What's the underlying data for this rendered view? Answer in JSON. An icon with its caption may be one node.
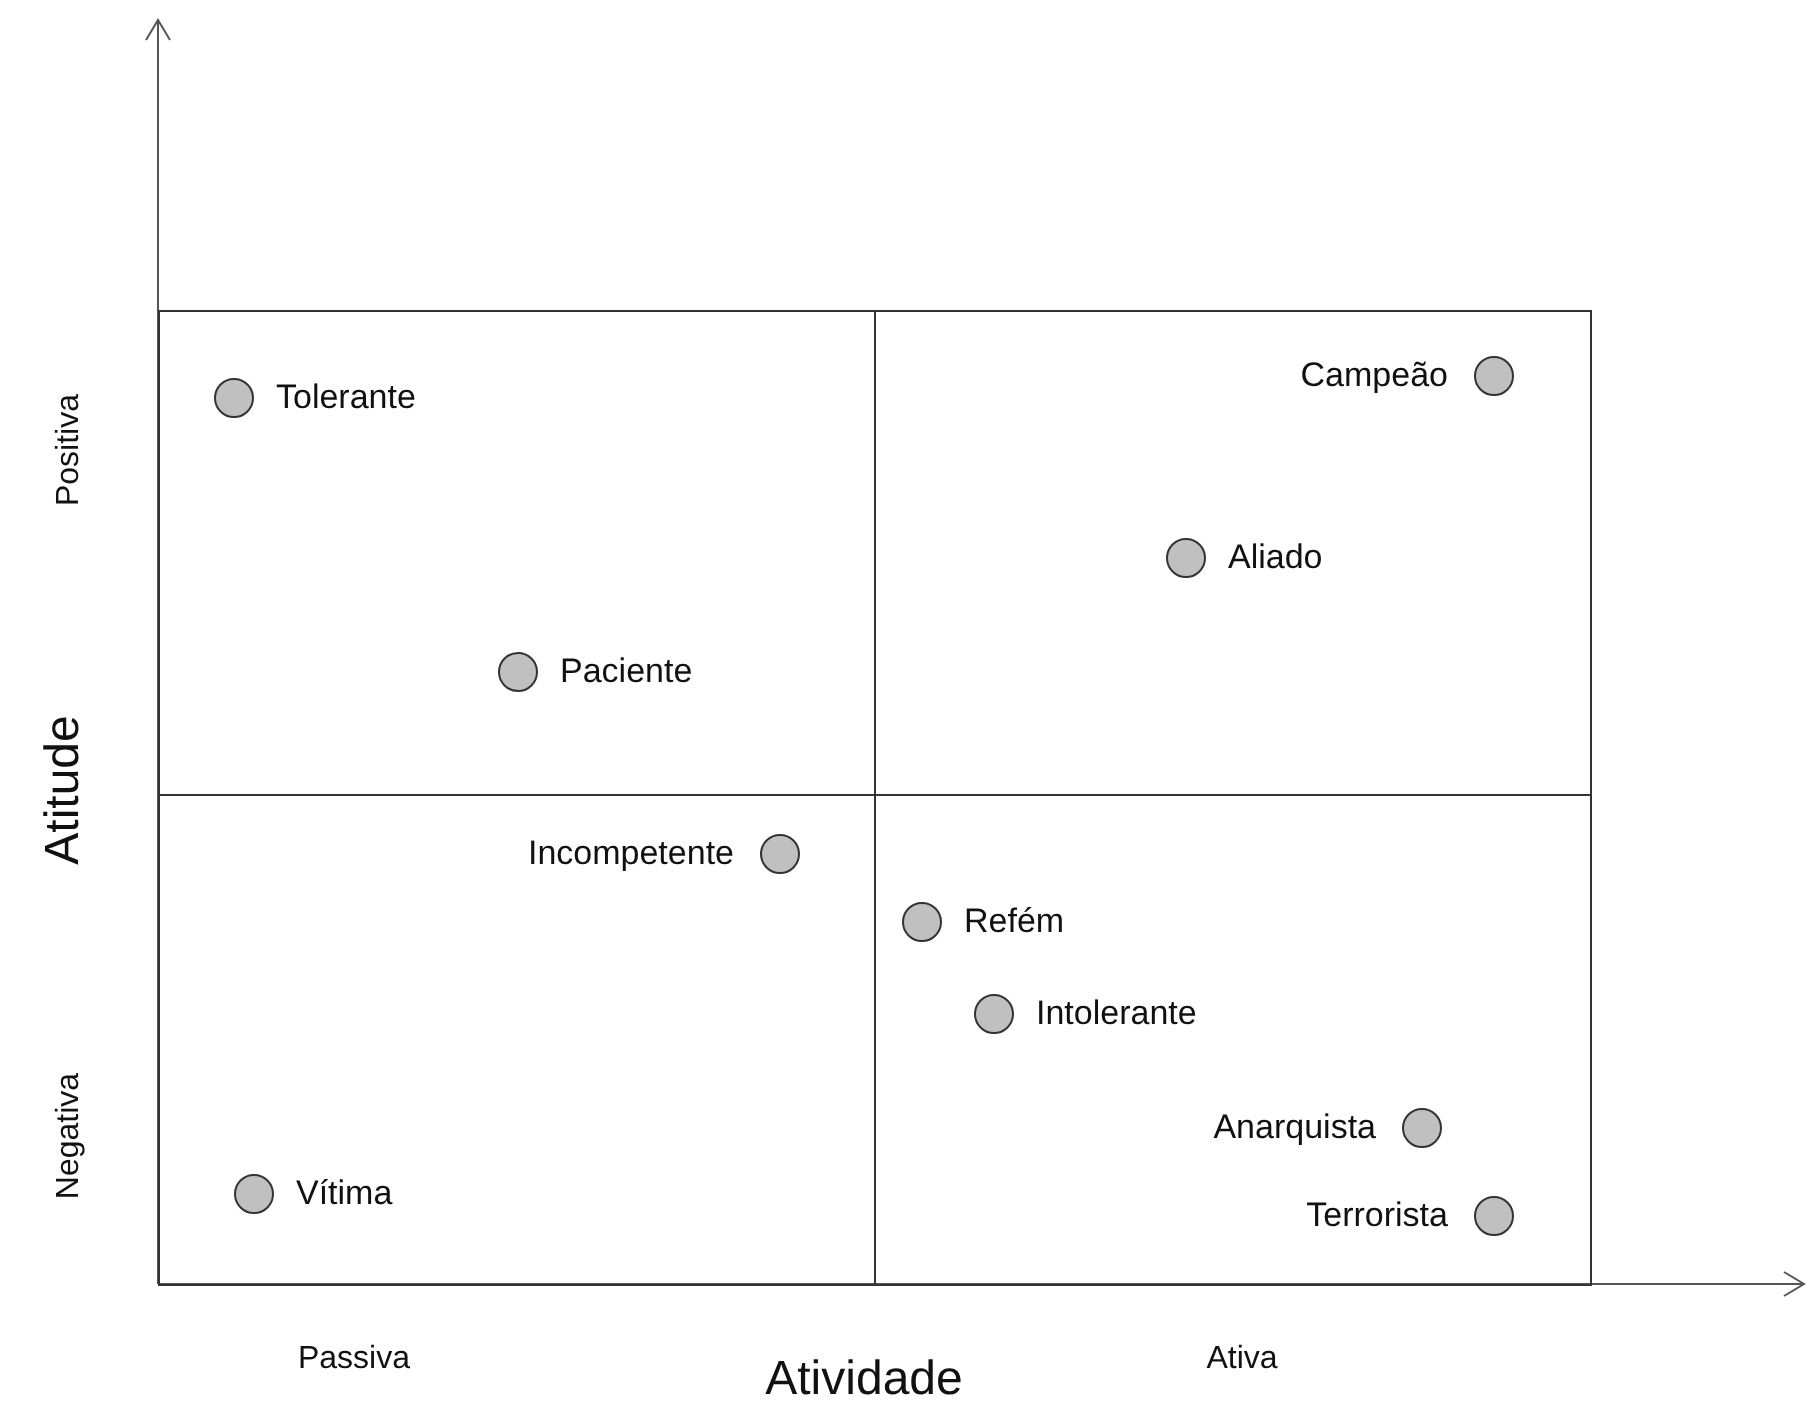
{
  "diagram": {
    "nodes": [
      {
        "text": [],
        "shape": "box"
      },
      {
        "text": [],
        "shape": "box"
      },
      {
        "text": [],
        "shape": "box"
      },
      {
        "text": [],
        "shape": "box"
      },
      {
        "text": [],
        "shape": "circle",
        "in": 0,
        "beside": [
          "Tolerante"
        ]
      },
      {
        "text": [],
        "shape": "circle",
        "in": 0,
        "beside": [
          "Paciente"
        ]
      },
      {
        "text": [],
        "shape": "circle",
        "in": 1,
        "beside": [
          "Campeão"
        ]
      },
      {
        "text": [],
        "shape": "circle",
        "in": 1,
        "beside": [
          "Aliado"
        ]
      },
      {
        "text": [],
        "shape": "circle",
        "in": 2,
        "beside": [
          "Incompetente"
        ]
      },
      {
        "text": [],
        "shape": "circle",
        "in": 3,
        "beside": [
          "Refém"
        ]
      },
      {
        "text": [],
        "shape": "circle",
        "in": 3,
        "beside": [
          "Intolerante"
        ]
      },
      {
        "text": [],
        "shape": "circle",
        "in": 3,
        "beside": [
          "Anarquista"
        ]
      },
      {
        "text": [],
        "shape": "circle",
        "in": 3,
        "beside": [
          "Terrorista"
        ]
      },
      {
        "text": [],
        "shape": "circle",
        "in": 2,
        "beside": [
          "Vítima"
        ]
      }
    ],
    "labels": [
      "Positiva",
      "Atitude",
      "Negativa",
      "Passiva",
      "Atividade",
      "Ativa"
    ]
  }
}
